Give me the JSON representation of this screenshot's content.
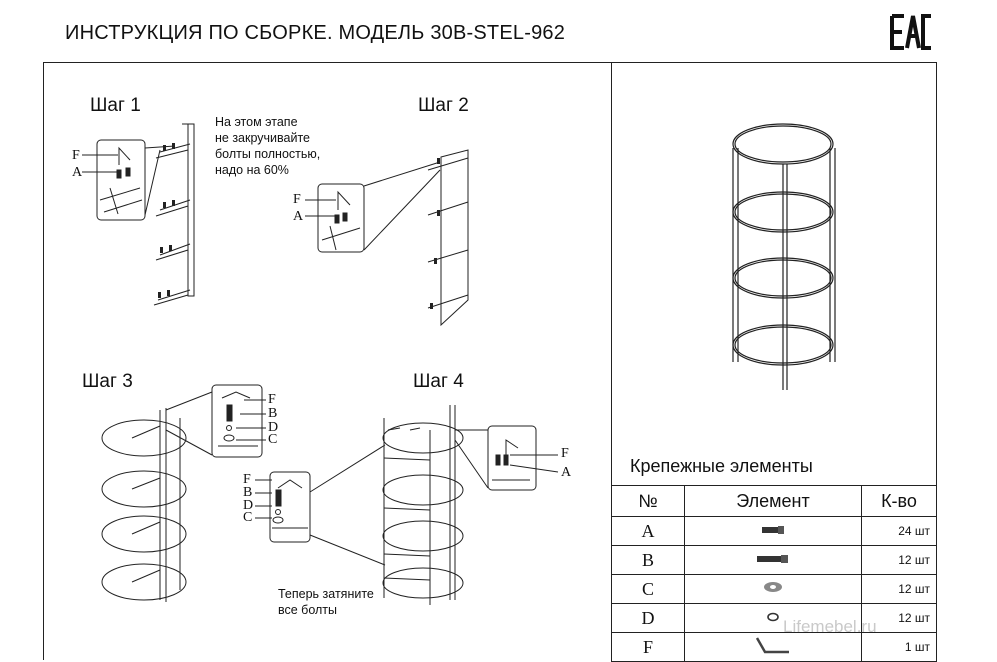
{
  "header": {
    "title": "ИНСТРУКЦИЯ ПО СБОРКЕ. МОДЕЛЬ 30B-STEL-962"
  },
  "steps": [
    {
      "label": "Шаг 1"
    },
    {
      "label": "Шаг 2"
    },
    {
      "label": "Шаг 3"
    },
    {
      "label": "Шаг 4"
    }
  ],
  "notes": {
    "step1": [
      "На этом этапе",
      "не закручивайте",
      "болты полностью,",
      "надо на 60%"
    ],
    "step4": [
      "Теперь затяните",
      "все болты"
    ]
  },
  "part_labels": {
    "s1": [
      "F",
      "A"
    ],
    "s2": [
      "F",
      "A"
    ],
    "s3": [
      "F",
      "B",
      "D",
      "C"
    ],
    "s3b": [
      "F",
      "B",
      "D",
      "C"
    ],
    "s4": [
      "F",
      "A"
    ]
  },
  "fasteners": {
    "title": "Крепежные элементы",
    "headers": [
      "№",
      "Элемент",
      "К-во"
    ],
    "rows": [
      {
        "code": "A",
        "qty": "24 шт",
        "icon": "short-bolt-icon"
      },
      {
        "code": "B",
        "qty": "12 шт",
        "icon": "long-bolt-icon"
      },
      {
        "code": "C",
        "qty": "12 шт",
        "icon": "washer-icon"
      },
      {
        "code": "D",
        "qty": "12 шт",
        "icon": "spring-washer-icon"
      },
      {
        "code": "F",
        "qty": "1 шт",
        "icon": "hex-key-icon"
      }
    ]
  },
  "watermark": "Lifemebel.ru"
}
